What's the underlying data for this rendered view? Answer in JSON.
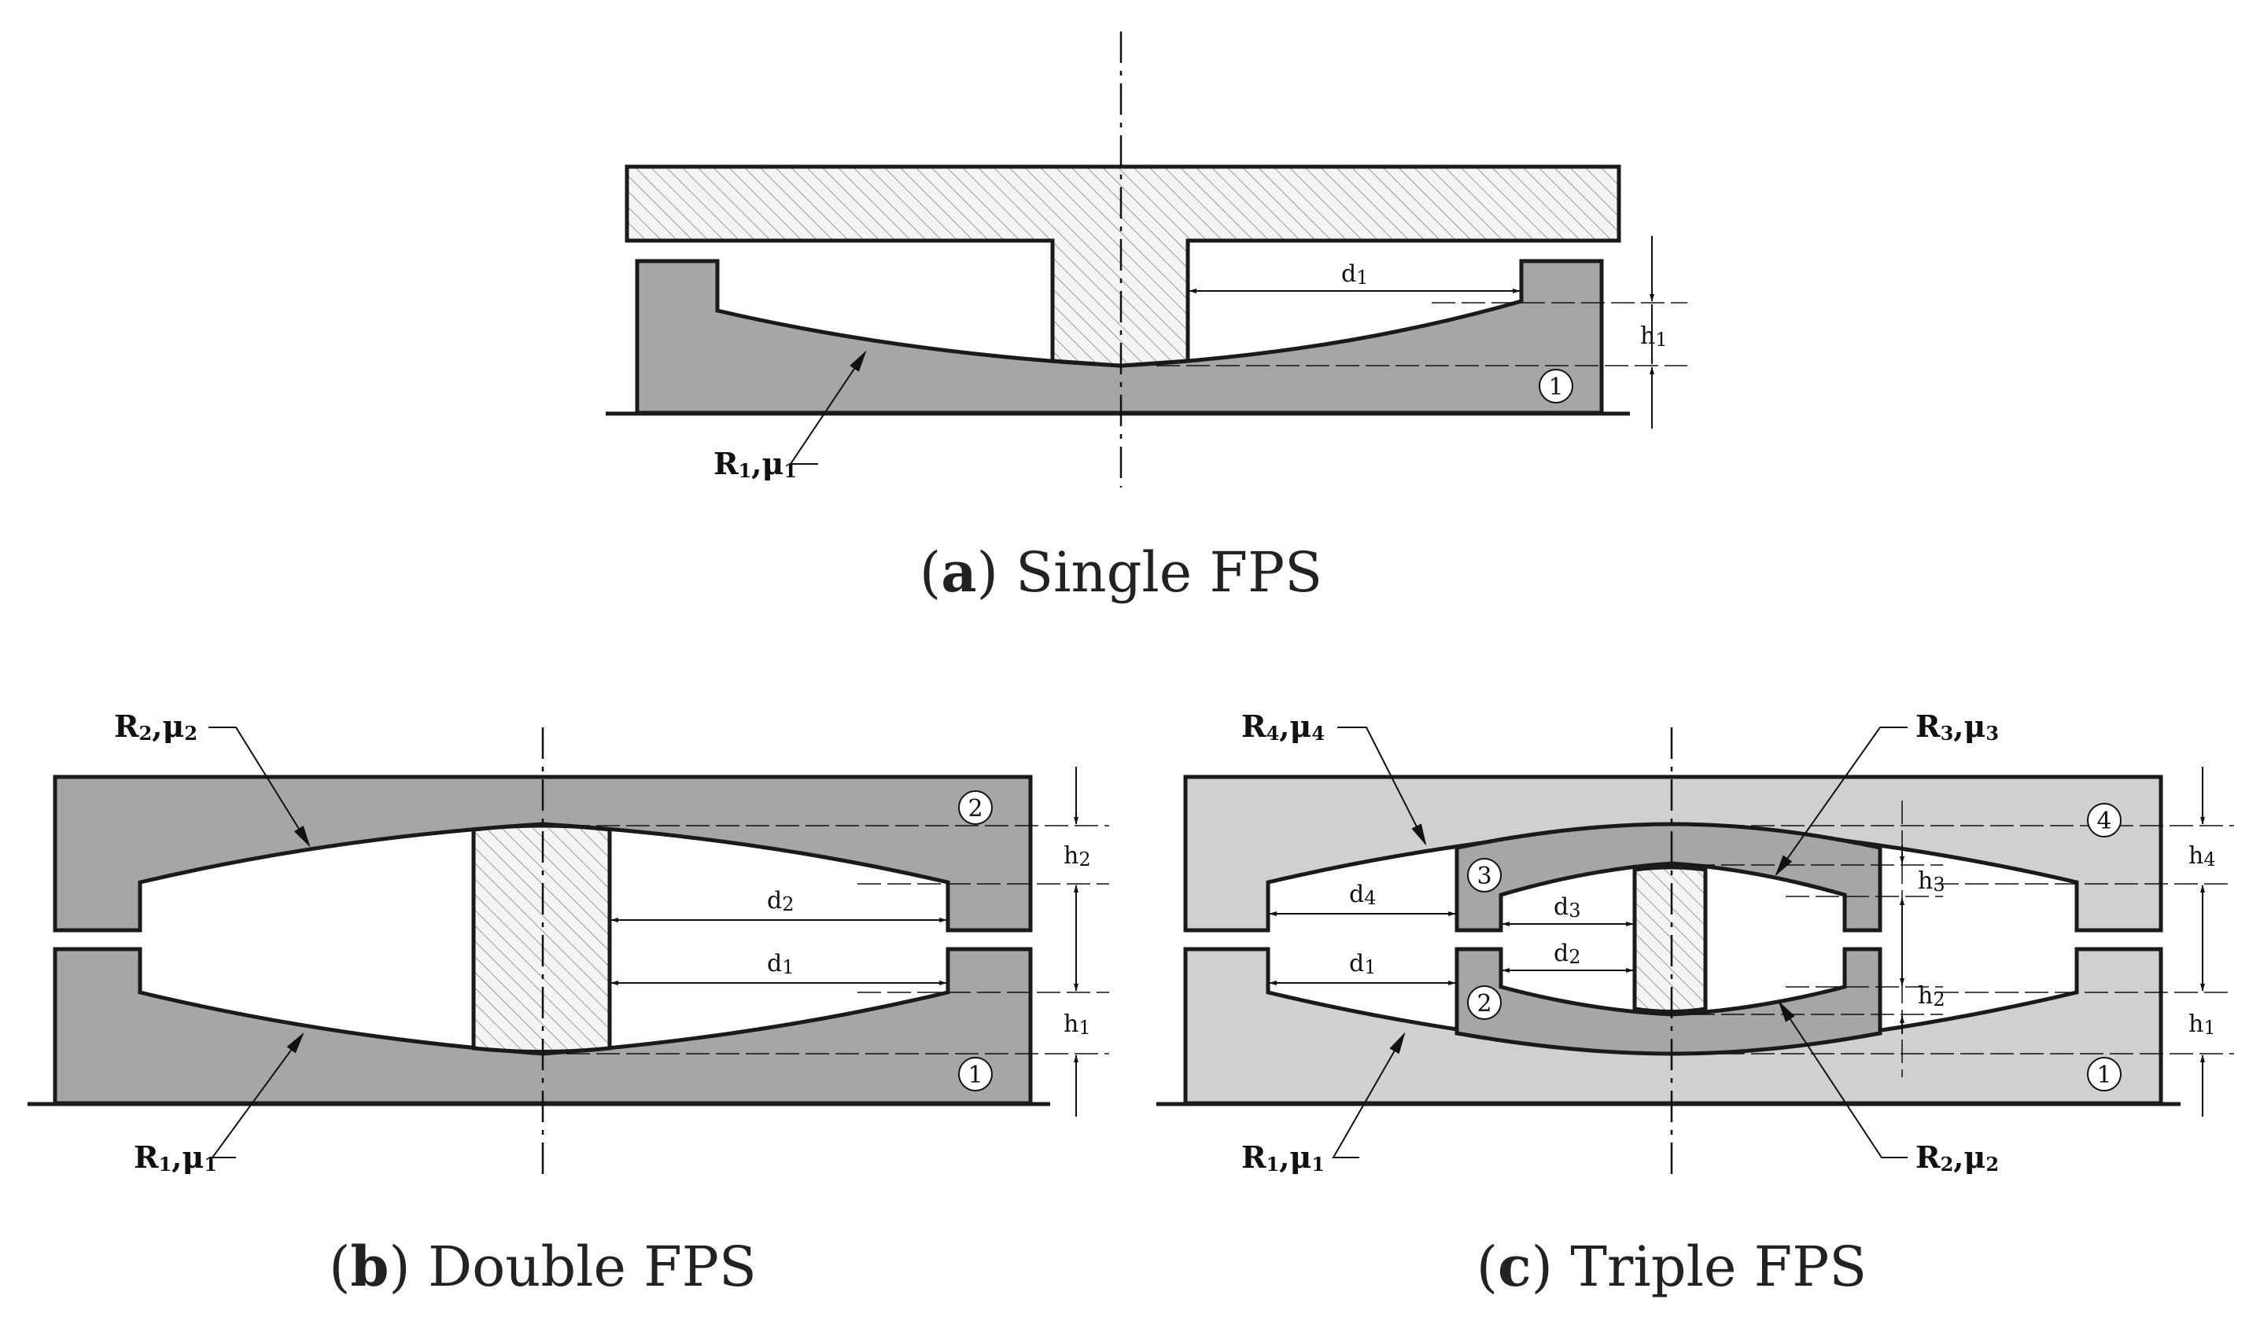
{
  "panels": [
    {
      "id": "a",
      "letter": "a",
      "title": "Single FPS",
      "labels": [
        {
          "name": "R",
          "mu": "μ",
          "idx": "1"
        }
      ],
      "dims": [
        "d1",
        "h1"
      ],
      "parts": [
        "1"
      ]
    },
    {
      "id": "b",
      "letter": "b",
      "title": "Double FPS",
      "labels": [
        {
          "name": "R",
          "mu": "μ",
          "idx": "2"
        },
        {
          "name": "R",
          "mu": "μ",
          "idx": "1"
        }
      ],
      "dims": [
        "d2",
        "d1",
        "h2",
        "h1"
      ],
      "parts": [
        "2",
        "1"
      ]
    },
    {
      "id": "c",
      "letter": "c",
      "title": "Triple FPS",
      "labels": [
        {
          "name": "R",
          "mu": "μ",
          "idx": "4"
        },
        {
          "name": "R",
          "mu": "μ",
          "idx": "3"
        },
        {
          "name": "R",
          "mu": "μ",
          "idx": "1"
        },
        {
          "name": "R",
          "mu": "μ",
          "idx": "2"
        }
      ],
      "dims": [
        "d4",
        "d3",
        "d1",
        "d2",
        "h4",
        "h3",
        "h2",
        "h1"
      ],
      "parts": [
        "3",
        "4",
        "2",
        "1"
      ]
    }
  ],
  "colors": {
    "dark_gray": "#a6a6a6",
    "light_gray": "#d0d0d0",
    "outline": "#1a1a1a",
    "hatch": "#8a8a8a"
  }
}
